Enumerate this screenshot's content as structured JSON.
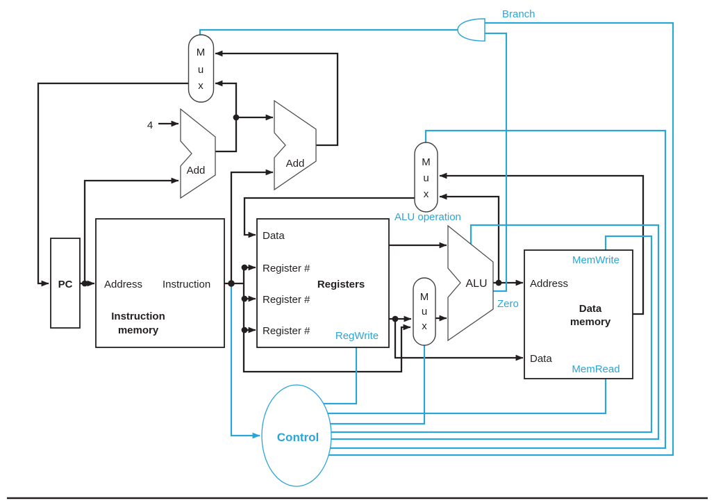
{
  "colors": {
    "control_blue": "#2ba5d8",
    "wire_black": "#231f20"
  },
  "pc": {
    "label": "PC"
  },
  "instruction_memory": {
    "port_address": "Address",
    "port_instruction": "Instruction",
    "title_line1": "Instruction",
    "title_line2": "memory"
  },
  "registers": {
    "port_data": "Data",
    "port_reg1": "Register #",
    "port_reg2": "Register #",
    "port_reg3": "Register #",
    "title": "Registers",
    "signal_reg_write": "RegWrite"
  },
  "data_memory": {
    "port_address": "Address",
    "port_data": "Data",
    "title_line1": "Data",
    "title_line2": "memory",
    "signal_mem_write": "MemWrite",
    "signal_mem_read": "MemRead"
  },
  "adders": {
    "add_pc": "Add",
    "add_branch": "Add"
  },
  "alu": {
    "label": "ALU",
    "signal_zero": "Zero",
    "signal_operation": "ALU operation"
  },
  "mux": {
    "m": "M",
    "u": "u",
    "x": "x"
  },
  "control": {
    "label": "Control",
    "signal_branch": "Branch"
  },
  "constants": {
    "four": "4"
  }
}
